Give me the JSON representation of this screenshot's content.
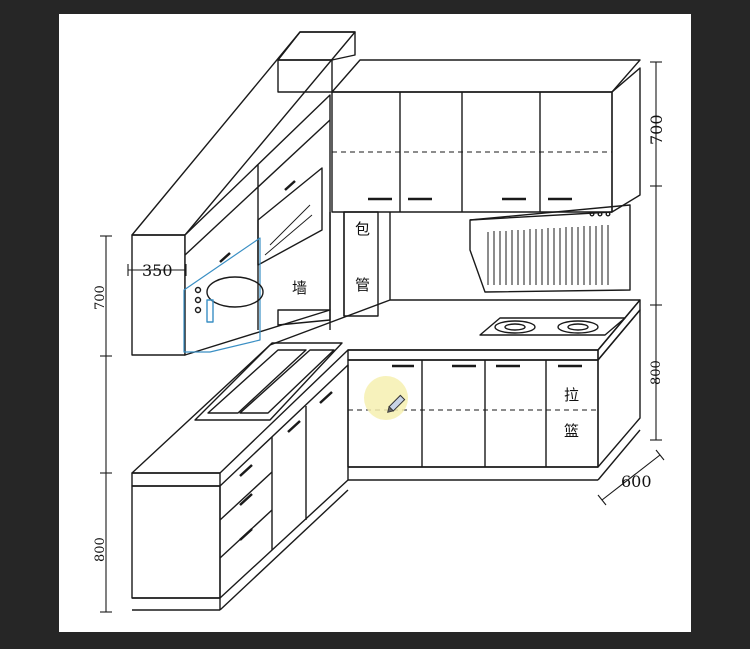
{
  "diagram": {
    "labels": {
      "wall": "墙",
      "pipe_top": "包",
      "pipe_bottom": "管",
      "basket_top": "拉",
      "basket_bottom": "篮"
    },
    "dimensions": {
      "wall_cabinet_depth": "350",
      "wall_cabinet_height_left": "700",
      "base_cabinet_height_left": "800",
      "wall_cabinet_height_right": "700",
      "base_cabinet_height_right": "800",
      "base_cabinet_depth": "600"
    },
    "colors": {
      "background": "#262626",
      "paper": "#ffffff",
      "line": "#1a1a1a",
      "highlight": "#f6f0b0"
    },
    "icons": [
      "pencil-cursor-icon"
    ]
  }
}
